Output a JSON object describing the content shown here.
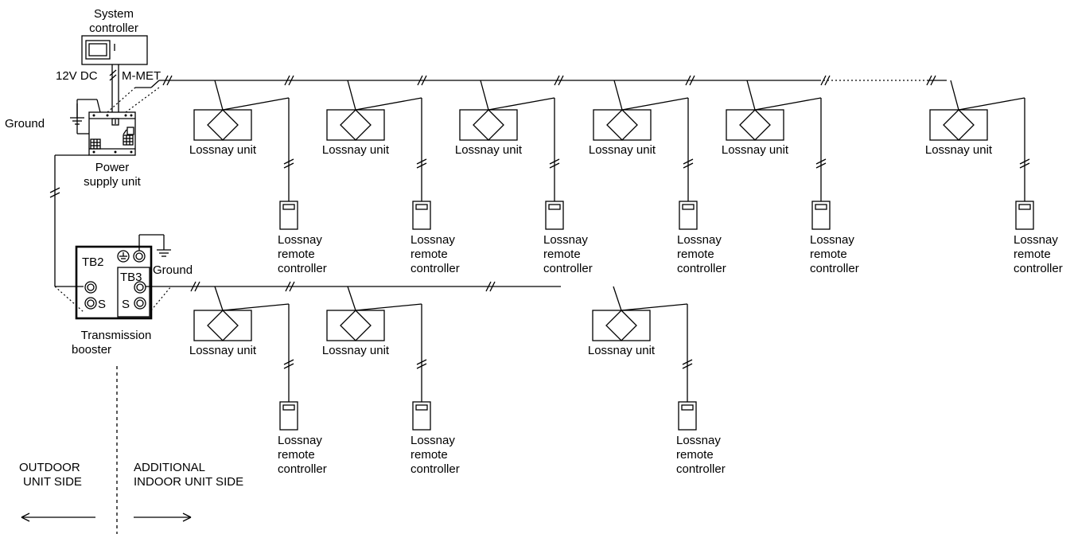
{
  "system_controller": {
    "line1": "System",
    "line2": "controller"
  },
  "psu_labels": {
    "dc": "12V DC",
    "mnet": "M-MET",
    "ground": "Ground"
  },
  "power_supply_unit": {
    "line1": "Power",
    "line2": "supply unit"
  },
  "transmission_booster": {
    "tb2": "TB2",
    "tb3": "TB3",
    "s_left": "S",
    "s_right": "S",
    "ground": "Ground",
    "line1": "Transmission",
    "line2": "booster"
  },
  "lossnay_unit_label": "Lossnay unit",
  "remote_controller_label": {
    "line1": "Lossnay",
    "line2": "remote",
    "line3": "controller"
  },
  "top_row_units": [
    {
      "unit": "Lossnay unit",
      "rc": [
        "Lossnay",
        "remote",
        "controller"
      ]
    },
    {
      "unit": "Lossnay unit",
      "rc": [
        "Lossnay",
        "remote",
        "controller"
      ]
    },
    {
      "unit": "Lossnay unit",
      "rc": [
        "Lossnay",
        "remote",
        "controller"
      ]
    },
    {
      "unit": "Lossnay unit",
      "rc": [
        "Lossnay",
        "remote",
        "controller"
      ]
    },
    {
      "unit": "Lossnay unit",
      "rc": [
        "Lossnay",
        "remote",
        "controller"
      ]
    },
    {
      "unit": "Lossnay unit",
      "rc": [
        "Lossnay",
        "remote",
        "controller"
      ]
    }
  ],
  "bottom_row_units": [
    {
      "unit": "Lossnay unit",
      "rc": [
        "Lossnay",
        "remote",
        "controller"
      ]
    },
    {
      "unit": "Lossnay unit",
      "rc": [
        "Lossnay",
        "remote",
        "controller"
      ]
    },
    {
      "unit": "Lossnay unit",
      "rc": [
        "Lossnay",
        "remote",
        "controller"
      ]
    }
  ],
  "sides": {
    "outdoor_line1": "OUTDOOR",
    "outdoor_line2": "UNIT SIDE",
    "indoor_line1": "ADDITIONAL",
    "indoor_line2": "INDOOR UNIT SIDE"
  }
}
